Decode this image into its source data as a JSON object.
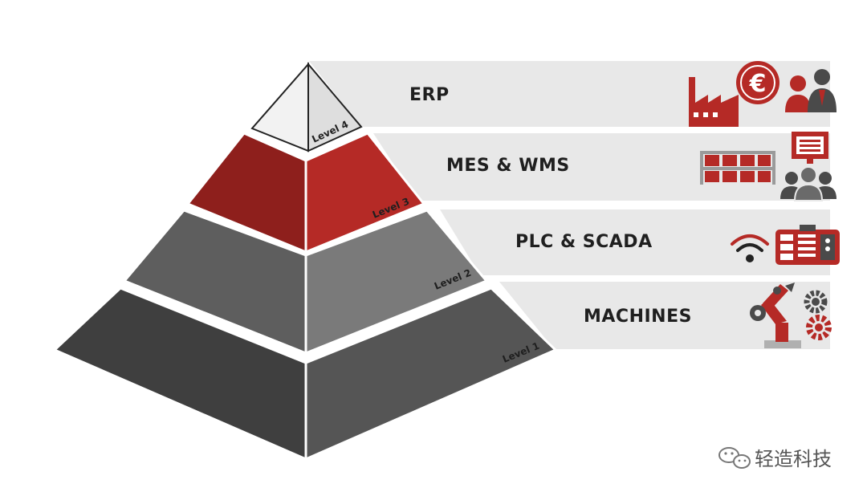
{
  "layers": [
    {
      "label": "ERP",
      "level_label": "Level 4",
      "icons": [
        "factory-icon",
        "euro-coin-icon",
        "business-people-icon"
      ]
    },
    {
      "label": "MES & WMS",
      "level_label": "Level 3",
      "icons": [
        "warehouse-shelf-icon",
        "monitor-icon",
        "team-icon"
      ]
    },
    {
      "label": "PLC & SCADA",
      "level_label": "Level 2",
      "icons": [
        "wifi-signal-icon",
        "control-panel-icon"
      ]
    },
    {
      "label": "MACHINES",
      "level_label": "Level 1",
      "icons": [
        "robot-arm-icon",
        "gears-icon"
      ]
    }
  ],
  "watermark": {
    "text": "轻造科技",
    "icon": "wechat-icon"
  },
  "colors": {
    "accent_red": "#b52a26",
    "band_gray": "#e8e8e8",
    "level4_face": "#e6e6e6",
    "level3_face": "#b52a26",
    "level2_face": "#737373",
    "level1_face": "#4b4b4b"
  }
}
